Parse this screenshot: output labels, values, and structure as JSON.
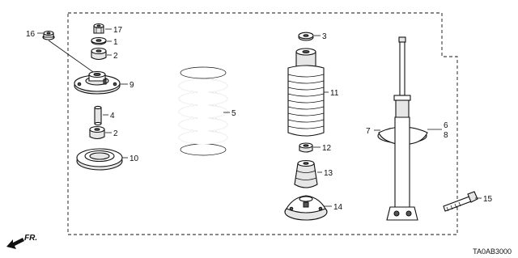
{
  "callouts": {
    "c1": "1",
    "c2a": "2",
    "c2b": "2",
    "c3": "3",
    "c4": "4",
    "c5": "5",
    "c6": "6",
    "c7": "7",
    "c8": "8",
    "c9": "9",
    "c10": "10",
    "c11": "11",
    "c12": "12",
    "c13": "13",
    "c14": "14",
    "c15": "15",
    "c16": "16",
    "c17": "17"
  },
  "direction_label": "FR.",
  "diagram_code": "TA0AB3000"
}
